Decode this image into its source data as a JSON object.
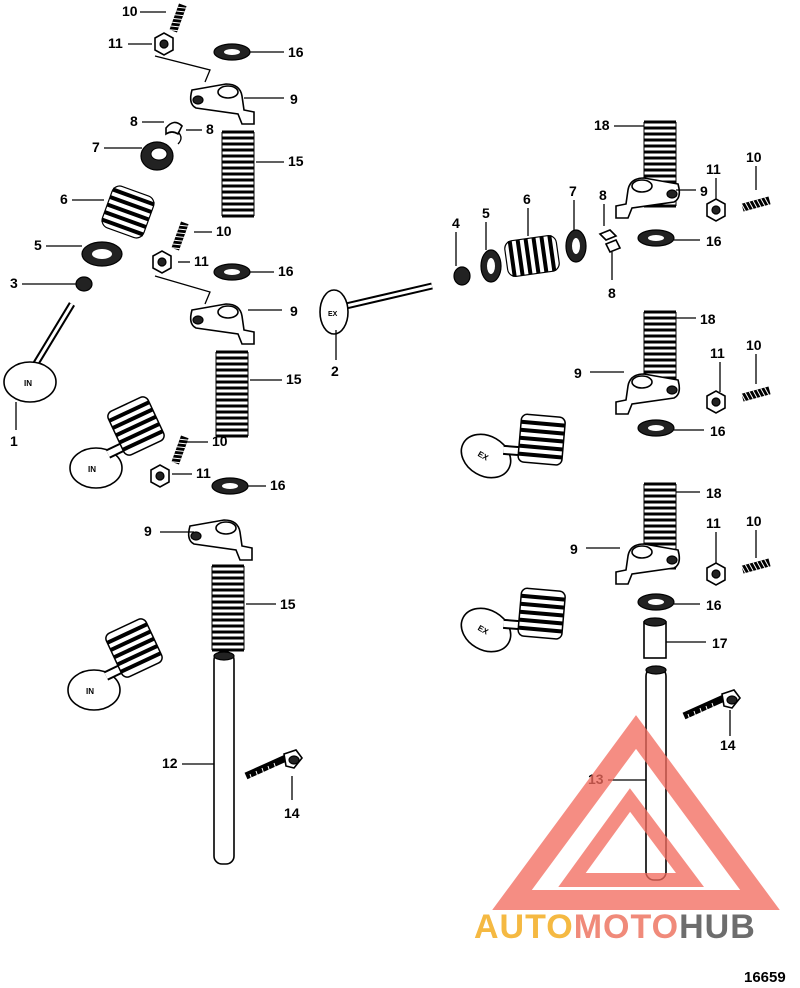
{
  "diagram": {
    "figure_number": "16659",
    "part_labels": {
      "p1": "1",
      "p2": "2",
      "p3": "3",
      "p4": "4",
      "p5": "5",
      "p6": "6",
      "p7": "7",
      "p8": "8",
      "p9": "9",
      "p10": "10",
      "p11": "11",
      "p12": "12",
      "p13": "13",
      "p14": "14",
      "p15": "15",
      "p16": "16",
      "p17": "17",
      "p18": "18"
    },
    "valve_marks": {
      "intake": "IN",
      "exhaust": "EX"
    }
  },
  "watermark": {
    "part_a": "AUTO",
    "part_b": "MOTO",
    "part_c": "HUB",
    "colors": {
      "auto": "#f5b942",
      "moto": "#f08a7a",
      "hub": "#6d6d6d",
      "triangle": "#f26b5e"
    }
  }
}
